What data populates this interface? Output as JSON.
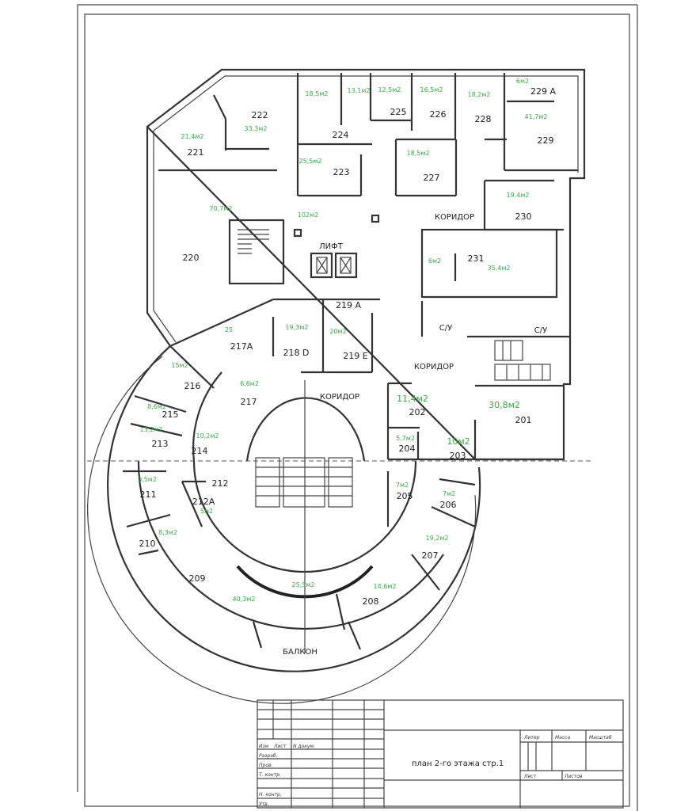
{
  "plan": {
    "rooms": [
      {
        "number": "222",
        "area": "33,3м2"
      },
      {
        "number": "221",
        "area": "21,4м2"
      },
      {
        "number": "224",
        "area": "18,5м2"
      },
      {
        "number": "",
        "area": "13,1м2"
      },
      {
        "number": "225",
        "area": "12,5м2"
      },
      {
        "number": "226",
        "area": "16,5м2"
      },
      {
        "number": "228",
        "area": "18,2м2"
      },
      {
        "number": "229 А",
        "area": "6м2"
      },
      {
        "number": "229",
        "area": "41,7м2"
      },
      {
        "number": "223",
        "area": "25,5м2"
      },
      {
        "number": "227",
        "area": "18,5м2"
      },
      {
        "number": "230",
        "area": "19,4м2"
      },
      {
        "number": "220",
        "area": "70,7м2"
      },
      {
        "number": "",
        "area": "102м2"
      },
      {
        "number": "231",
        "area": "35,4м2"
      },
      {
        "number": "",
        "area": "6м2"
      },
      {
        "number": "219 A",
        "area": ""
      },
      {
        "number": "217A",
        "area": "25"
      },
      {
        "number": "218 D",
        "area": "19,3м2"
      },
      {
        "number": "219 E",
        "area": "20м2"
      },
      {
        "number": "216",
        "area": "15м2"
      },
      {
        "number": "217",
        "area": "6,6м2"
      },
      {
        "number": "202",
        "area": "11,4м2"
      },
      {
        "number": "201",
        "area": "30,8м2"
      },
      {
        "number": "215",
        "area": "8,6м2"
      },
      {
        "number": "213",
        "area": "13,2м2"
      },
      {
        "number": "214",
        "area": "10,2м2"
      },
      {
        "number": "204",
        "area": "5,7м2"
      },
      {
        "number": "203",
        "area": "10м2"
      },
      {
        "number": "211",
        "area": "9,5м2"
      },
      {
        "number": "212",
        "area": ""
      },
      {
        "number": "212A",
        "area": "5м2"
      },
      {
        "number": "205",
        "area": "7м2"
      },
      {
        "number": "206",
        "area": "7м2"
      },
      {
        "number": "207",
        "area": "19,2м2"
      },
      {
        "number": "210",
        "area": "8,3м2"
      },
      {
        "number": "209",
        "area": "40,3м2"
      },
      {
        "number": "",
        "area": "25,5м2"
      },
      {
        "number": "208",
        "area": "14,6м2"
      }
    ],
    "labels": {
      "corridor_1": "КОРИДОР",
      "corridor_2": "КОРИДОР",
      "corridor_3": "КОРИДОР",
      "lift": "ЛИФТ",
      "wc_1": "С/У",
      "wc_2": "С/У",
      "balcony": "БАЛКОН"
    }
  },
  "title_block": {
    "title": "план 2-го этажа стр.1",
    "izm": "Изм",
    "list": "Лист",
    "doc": "N докум.",
    "razrab": "Разраб.",
    "prov": "Пров.",
    "tkontr": "Т. контр.",
    "nkontr": "Н. контр.",
    "utv": "Утв.",
    "liter": "Литер",
    "massa": "Масса",
    "masshtab": "Масштаб",
    "sheet": "Лист",
    "sheets": "Листов"
  },
  "colors": {
    "area_text": "#3aa84a",
    "walls": "#333333"
  }
}
